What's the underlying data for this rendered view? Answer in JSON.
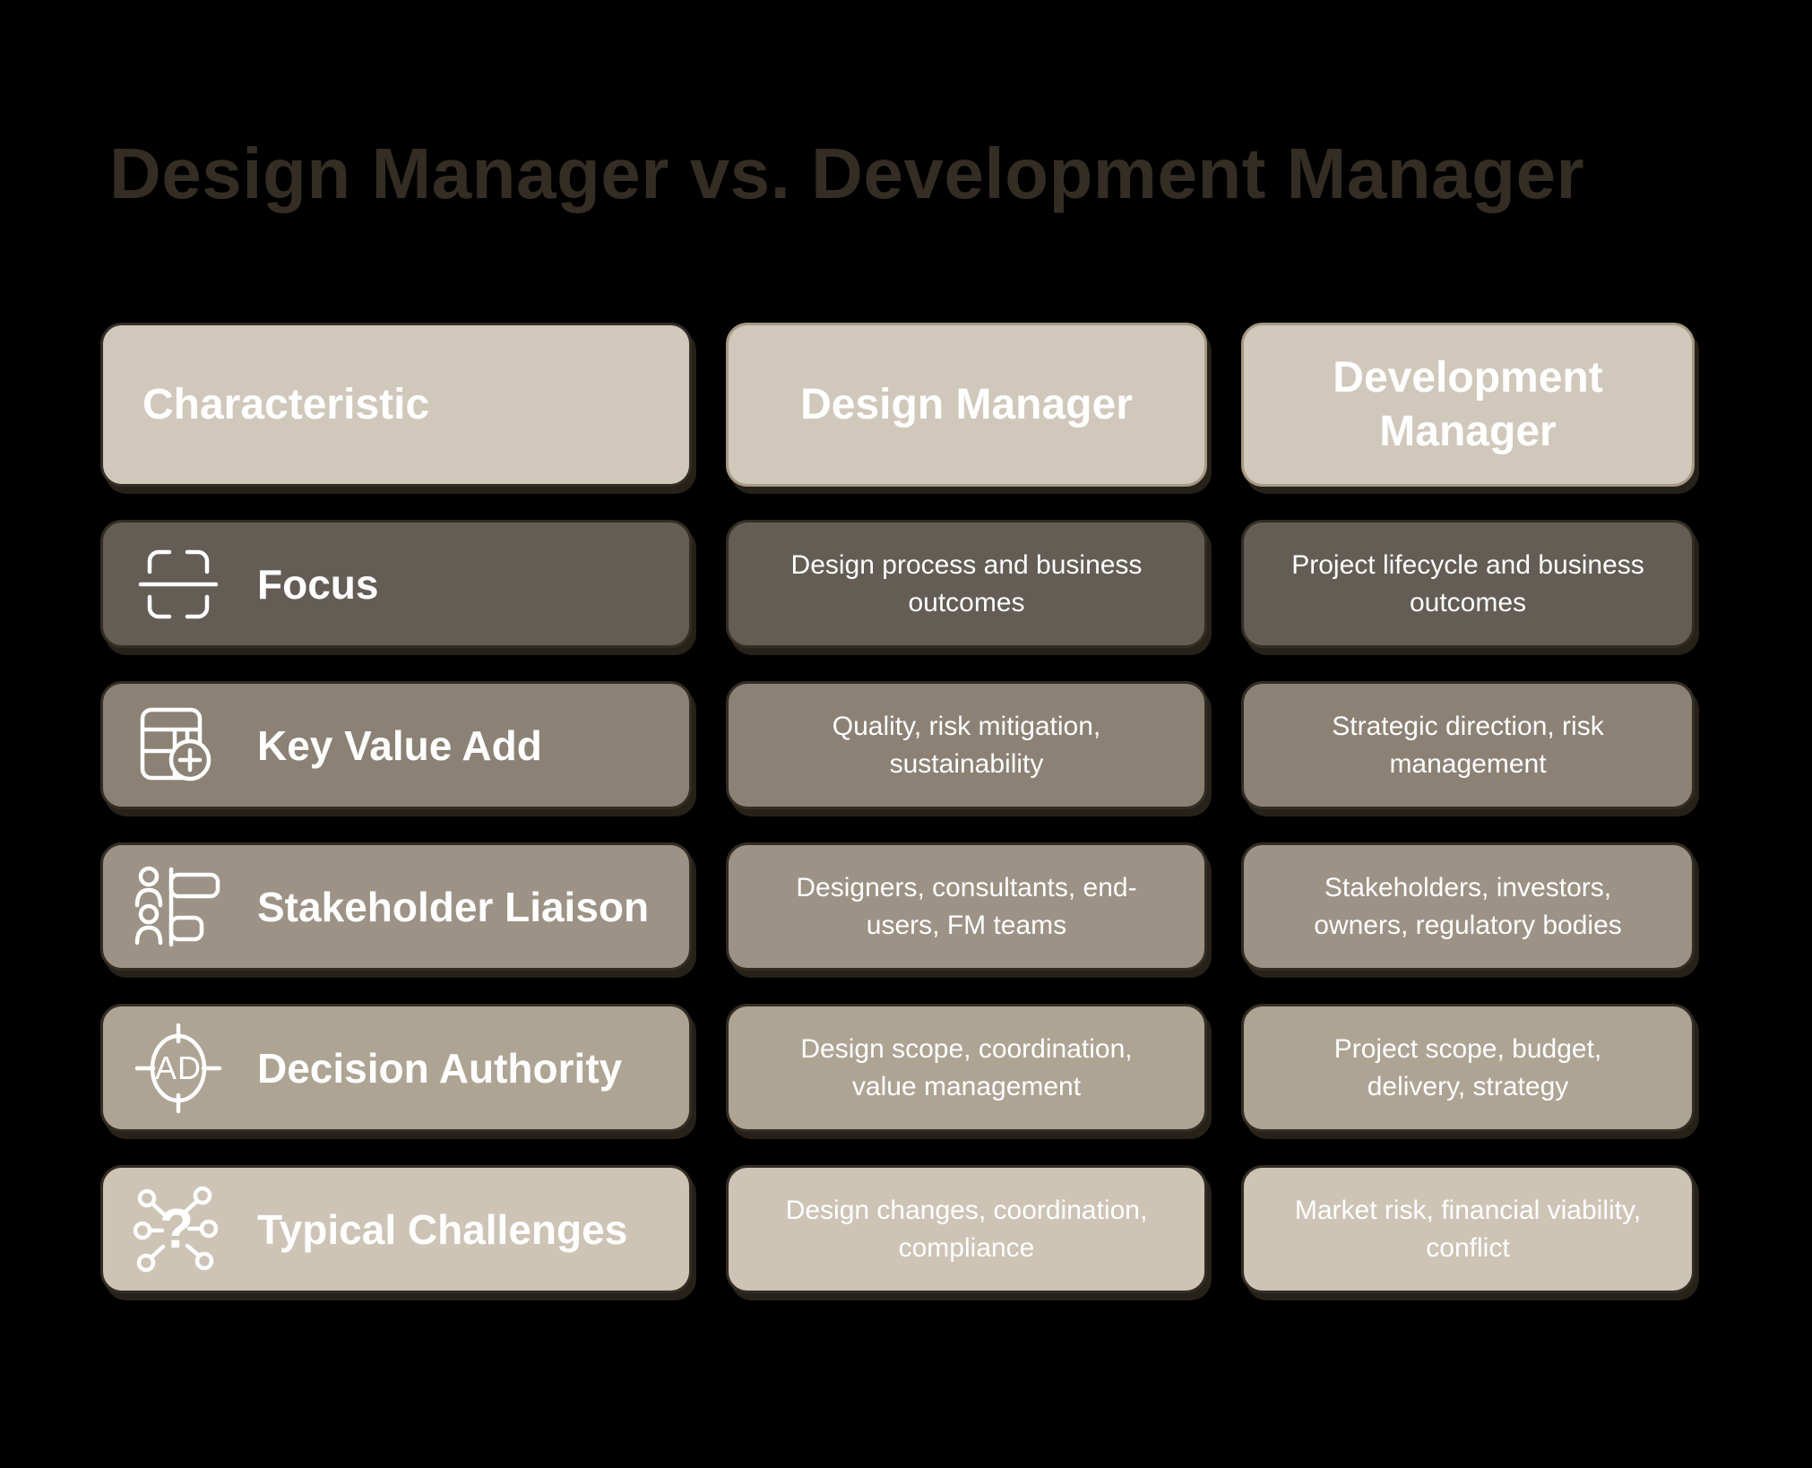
{
  "title": "Design Manager vs. Development Manager",
  "palette": {
    "background": "#000000",
    "title_color": "#342d24",
    "text_color": "#ffffff",
    "header_fill": "#d1c8bc",
    "header_border_first": "#332d24",
    "header_border": "#a79982",
    "row_border": "#332d24",
    "shadow_color": "#262119",
    "row_fills": [
      "#635d56",
      "#8b8275",
      "#9c9285",
      "#aea494",
      "#cdc4b6"
    ]
  },
  "table": {
    "columns": {
      "characteristic": "Characteristic",
      "design_manager": "Design Manager",
      "development_manager": "Development\nManager"
    },
    "rows": [
      {
        "icon": "focus-frame-icon",
        "label": "Focus",
        "design_manager": "Design process and business\noutcomes",
        "development_manager": "Project lifecycle and business\noutcomes"
      },
      {
        "icon": "table-plus-icon",
        "label": "Key Value Add",
        "design_manager": "Quality, risk mitigation,\nsustainability",
        "development_manager": "Strategic direction, risk\nmanagement"
      },
      {
        "icon": "people-hierarchy-icon",
        "label": "Stakeholder Liaison",
        "design_manager": "Designers, consultants, end-\nusers, FM teams",
        "development_manager": "Stakeholders, investors,\nowners, regulatory bodies"
      },
      {
        "icon": "target-ad-icon",
        "label": "Decision Authority",
        "design_manager": "Design scope, coordination,\nvalue management",
        "development_manager": "Project scope, budget,\ndelivery, strategy"
      },
      {
        "icon": "question-network-icon",
        "label": "Typical Challenges",
        "design_manager": "Design changes, coordination,\ncompliance",
        "development_manager": "Market risk, financial viability,\nconflict"
      }
    ]
  }
}
